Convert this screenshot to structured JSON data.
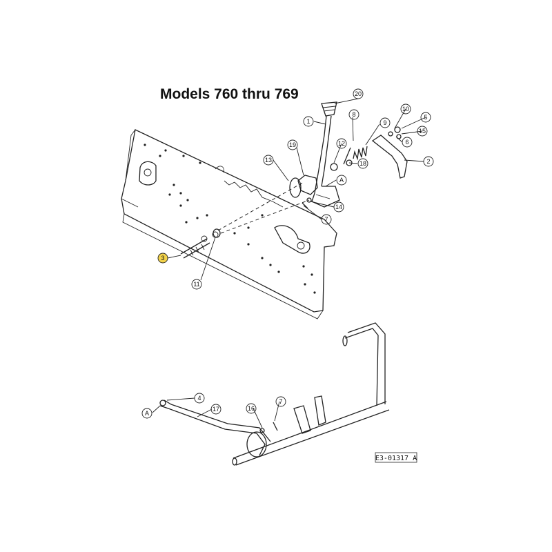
{
  "title": "Models 760 thru 769",
  "part_code": "E3-01317 A",
  "highlight_color": "#f2d24a",
  "callouts": [
    {
      "id": "c20",
      "label": "20"
    },
    {
      "id": "c1",
      "label": "1"
    },
    {
      "id": "c8",
      "label": "8"
    },
    {
      "id": "c9",
      "label": "9"
    },
    {
      "id": "c10",
      "label": "10"
    },
    {
      "id": "c5",
      "label": "5"
    },
    {
      "id": "c15",
      "label": "15"
    },
    {
      "id": "c6",
      "label": "6"
    },
    {
      "id": "c2",
      "label": "2"
    },
    {
      "id": "c19",
      "label": "19"
    },
    {
      "id": "c12",
      "label": "12"
    },
    {
      "id": "c18",
      "label": "18"
    },
    {
      "id": "c13",
      "label": "13"
    },
    {
      "id": "cA1",
      "label": "A"
    },
    {
      "id": "c14",
      "label": "14"
    },
    {
      "id": "c7",
      "label": "7"
    },
    {
      "id": "c3",
      "label": "3",
      "highlighted": true
    },
    {
      "id": "c11",
      "label": "11"
    },
    {
      "id": "c4",
      "label": "4"
    },
    {
      "id": "c17",
      "label": "17"
    },
    {
      "id": "c16",
      "label": "16"
    },
    {
      "id": "c7b",
      "label": "7"
    },
    {
      "id": "cA2",
      "label": "A"
    }
  ]
}
